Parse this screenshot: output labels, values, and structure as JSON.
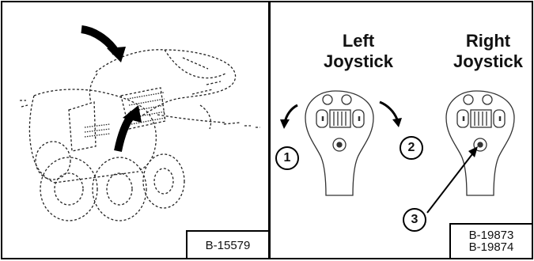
{
  "left_figure": {
    "tag": "B-15579",
    "illustration": "skid-steer-loader-sketch",
    "arrow_icon": "curved-arrow-icon"
  },
  "right_figure": {
    "left_heading": "Left Joystick",
    "right_heading": "Right Joystick",
    "callouts": [
      "1",
      "2",
      "3"
    ],
    "tags": [
      "B-19873",
      "B-19874"
    ],
    "joystick_icon": "joystick-grip-icon"
  }
}
